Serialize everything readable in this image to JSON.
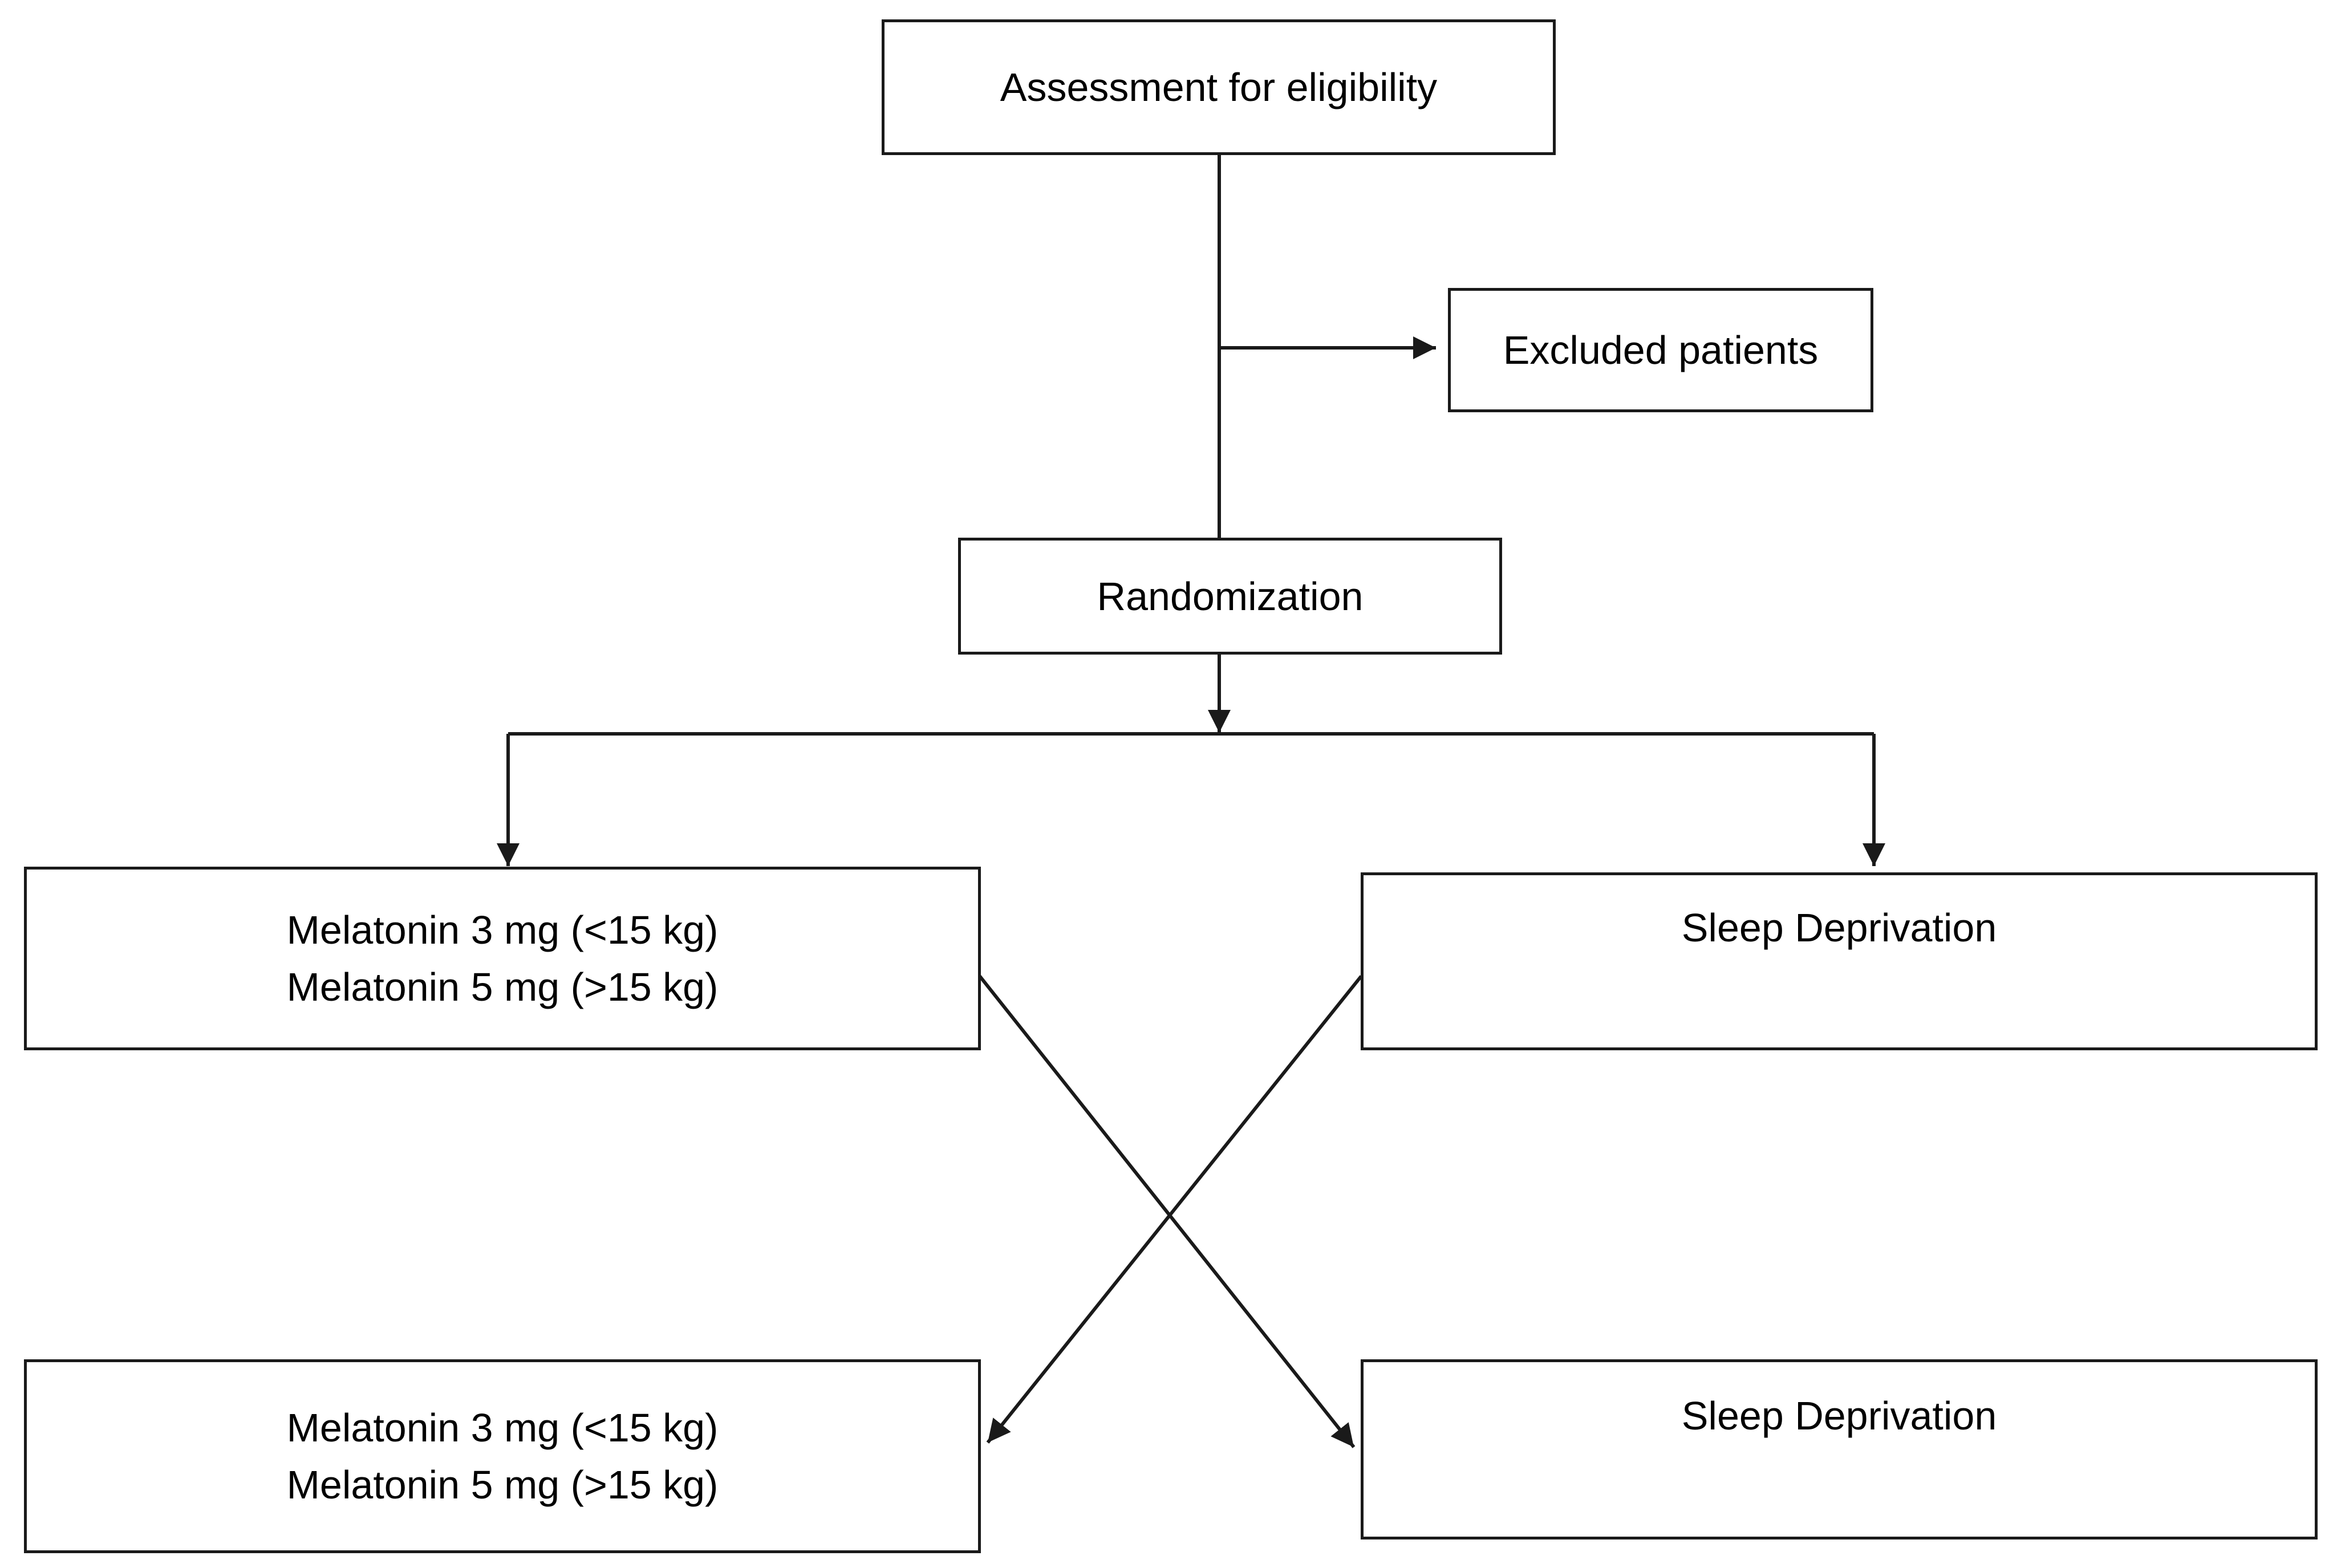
{
  "diagram": {
    "nodes": {
      "assessment": {
        "label": "Assessment for eligibility"
      },
      "excluded": {
        "label": "Excluded patients"
      },
      "randomization": {
        "label": "Randomization"
      },
      "melatonin_first": {
        "lines": [
          "Melatonin 3 mg (<15 kg)",
          "Melatonin 5 mg (>15 kg)"
        ]
      },
      "sleep_first": {
        "label": "Sleep Deprivation"
      },
      "melatonin_second": {
        "lines": [
          "Melatonin 3 mg (<15 kg)",
          "Melatonin 5 mg (>15 kg)"
        ]
      },
      "sleep_second": {
        "label": "Sleep Deprivation"
      }
    },
    "edges": [
      {
        "from": "assessment",
        "to": "excluded"
      },
      {
        "from": "assessment",
        "to": "randomization"
      },
      {
        "from": "randomization",
        "to": "melatonin_first"
      },
      {
        "from": "randomization",
        "to": "sleep_first"
      },
      {
        "from": "melatonin_first",
        "to": "sleep_second"
      },
      {
        "from": "sleep_first",
        "to": "melatonin_second"
      }
    ],
    "colors": {
      "stroke": "#1a1a1a",
      "background": "#ffffff"
    }
  }
}
